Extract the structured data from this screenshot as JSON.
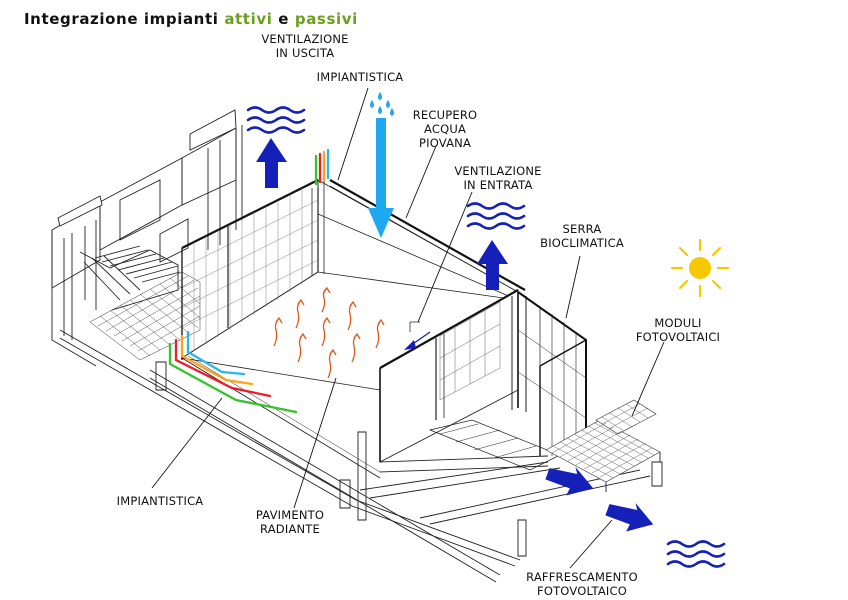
{
  "title": {
    "prefix": "Integrazione impianti ",
    "word1": "attivi",
    "joiner": " e ",
    "word2": "passivi"
  },
  "labels": {
    "ventilazione_uscita": [
      "VENTILAZIONE",
      "IN USCITA"
    ],
    "impiantistica_top": [
      "IMPIANTISTICA"
    ],
    "recupero_acqua": [
      "RECUPERO",
      "ACQUA",
      "PIOVANA"
    ],
    "ventilazione_entrata": [
      "VENTILAZIONE",
      "IN ENTRATA"
    ],
    "serra": [
      "SERRA",
      "BIOCLIMATICA"
    ],
    "moduli": [
      "MODULI",
      "FOTOVOLTAICI"
    ],
    "impiantistica_bottom": [
      "IMPIANTISTICA"
    ],
    "pavimento": [
      "PAVIMENTO",
      "RADIANTE"
    ],
    "raffrescamento": [
      "RAFFRESCAMENTO",
      "FOTOVOLTAICO"
    ]
  },
  "colors": {
    "title_accent": "#6aa01c",
    "air_blue": "#1420b8",
    "water_blue": "#1ea8f0",
    "heat_orange": "#e0561a",
    "sun_yellow": "#f6c800",
    "pipe_green": "#34c52a",
    "pipe_orange": "#ffa21a",
    "pipe_red": "#e6202a",
    "pipe_cyan": "#29b6ef"
  },
  "icons": [
    "wave-icon",
    "up-arrow-icon",
    "down-arrow-icon",
    "diagonal-arrow-icon",
    "raindrop-icon",
    "sun-icon",
    "heat-arrow-icon"
  ]
}
